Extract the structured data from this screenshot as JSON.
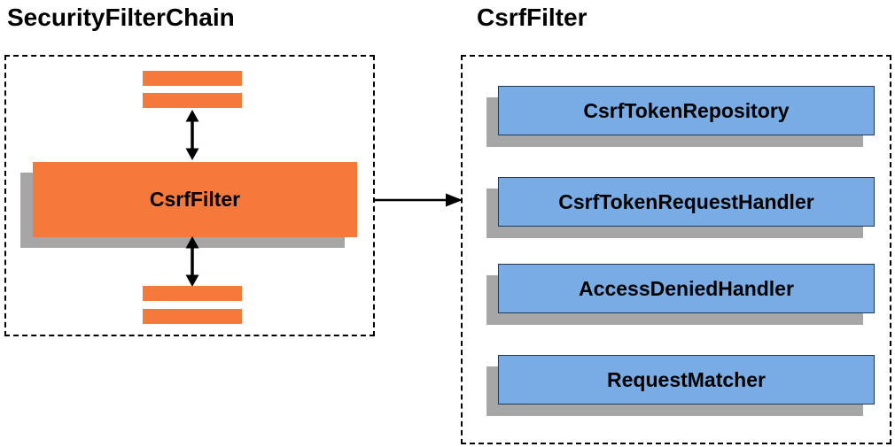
{
  "left_panel": {
    "title": "SecurityFilterChain",
    "node_label": "CsrfFilter"
  },
  "right_panel": {
    "title": "CsrfFilter",
    "components": [
      {
        "label": "CsrfTokenRepository"
      },
      {
        "label": "CsrfTokenRequestHandler"
      },
      {
        "label": "AccessDeniedHandler"
      },
      {
        "label": "RequestMatcher"
      }
    ]
  },
  "colors": {
    "orange": "#f4793b",
    "blue": "#79ace4",
    "shadow": "#a6a6a6",
    "line": "#000000"
  }
}
